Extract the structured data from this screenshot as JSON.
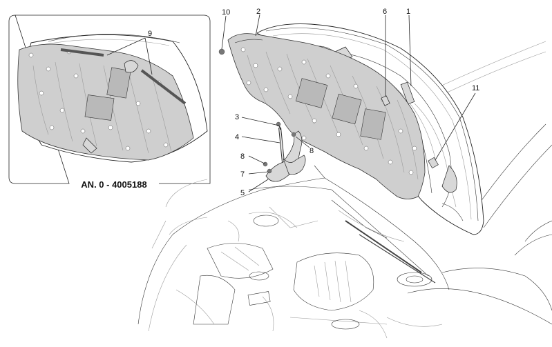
{
  "inset": {
    "caption": "AN. 0 - 4005188",
    "callout": "9"
  },
  "callouts": [
    {
      "id": "c10",
      "text": "10"
    },
    {
      "id": "c2",
      "text": "2"
    },
    {
      "id": "c6",
      "text": "6"
    },
    {
      "id": "c1",
      "text": "1"
    },
    {
      "id": "c11",
      "text": "11"
    },
    {
      "id": "c3",
      "text": "3"
    },
    {
      "id": "c4",
      "text": "4"
    },
    {
      "id": "c8a",
      "text": "8"
    },
    {
      "id": "c8b",
      "text": "8"
    },
    {
      "id": "c7",
      "text": "7"
    },
    {
      "id": "c5",
      "text": "5"
    }
  ]
}
